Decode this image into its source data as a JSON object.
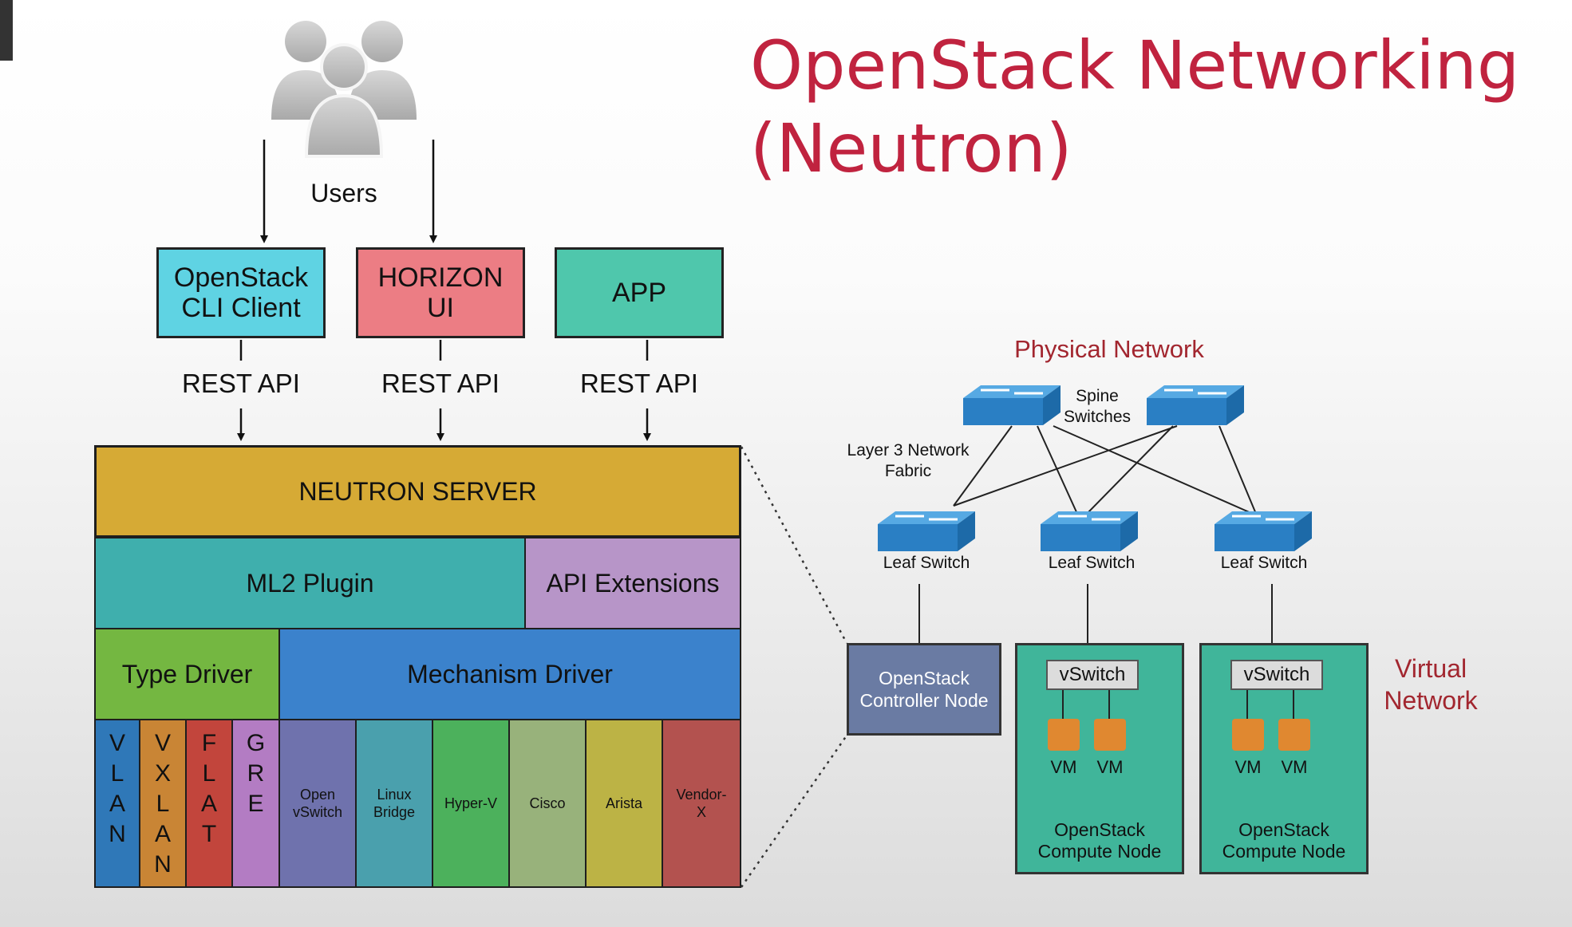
{
  "title": {
    "line1": "OpenStack Networking",
    "line2": "(Neutron)"
  },
  "users": {
    "label": "Users"
  },
  "clients": [
    {
      "label_line1": "OpenStack",
      "label_line2": "CLI Client",
      "color": "#5fd3e3"
    },
    {
      "label_line1": "HORIZON",
      "label_line2": "UI",
      "color": "#ec7d84"
    },
    {
      "label_line1": "APP",
      "label_line2": "",
      "color": "#4fc7ac"
    }
  ],
  "rest_api": [
    "REST API",
    "REST API",
    "REST API"
  ],
  "stack": {
    "neutron_server": "NEUTRON SERVER",
    "ml2_plugin": "ML2 Plugin",
    "api_extensions": "API Extensions",
    "type_driver": "Type Driver",
    "mechanism_driver": "Mechanism Driver",
    "type_drivers": [
      {
        "letters": [
          "V",
          "L",
          "A",
          "N"
        ],
        "color": "#2f78b8"
      },
      {
        "letters": [
          "V",
          "X",
          "L",
          "A",
          "N"
        ],
        "color": "#c98535"
      },
      {
        "letters": [
          "F",
          "L",
          "A",
          "T"
        ],
        "color": "#c2453c"
      },
      {
        "letters": [
          "G",
          "R",
          "E"
        ],
        "color": "#b37cc3"
      }
    ],
    "mechanism_drivers": [
      {
        "line1": "Open",
        "line2": "vSwitch",
        "color": "#6f72ad"
      },
      {
        "line1": "Linux",
        "line2": "Bridge",
        "color": "#4aa0ad"
      },
      {
        "line1": "Hyper-V",
        "line2": "",
        "color": "#4cb15c"
      },
      {
        "line1": "Cisco",
        "line2": "",
        "color": "#98b27b"
      },
      {
        "line1": "Arista",
        "line2": "",
        "color": "#bcb345"
      },
      {
        "line1": "Vendor-",
        "line2": "X",
        "color": "#b3524f"
      }
    ]
  },
  "physical_network": {
    "title": "Physical Network",
    "spine_label_line1": "Spine",
    "spine_label_line2": "Switches",
    "fabric_label_line1": "Layer 3 Network",
    "fabric_label_line2": "Fabric",
    "leaf_labels": [
      "Leaf Switch",
      "Leaf Switch",
      "Leaf Switch"
    ]
  },
  "nodes": {
    "controller_line1": "OpenStack",
    "controller_line2": "Controller Node",
    "compute": [
      {
        "vswitch": "vSwitch",
        "vm1": "VM",
        "vm2": "VM",
        "line1": "OpenStack",
        "line2": "Compute Node"
      },
      {
        "vswitch": "vSwitch",
        "vm1": "VM",
        "vm2": "VM",
        "line1": "OpenStack",
        "line2": "Compute Node"
      }
    ]
  },
  "virtual_network": {
    "line1": "Virtual",
    "line2": "Network"
  },
  "colors": {
    "title": "#c0233f",
    "neutron_server": "#d6aa35",
    "ml2_plugin": "#3fafad",
    "api_extensions": "#b795c8",
    "type_driver": "#74b741",
    "mechanism_driver": "#3b82cc",
    "controller_node": "#6a7ba3",
    "compute_node": "#40b59a",
    "vm": "#e08830",
    "switch": "#3a8dcf",
    "network_label": "#a2262f"
  }
}
